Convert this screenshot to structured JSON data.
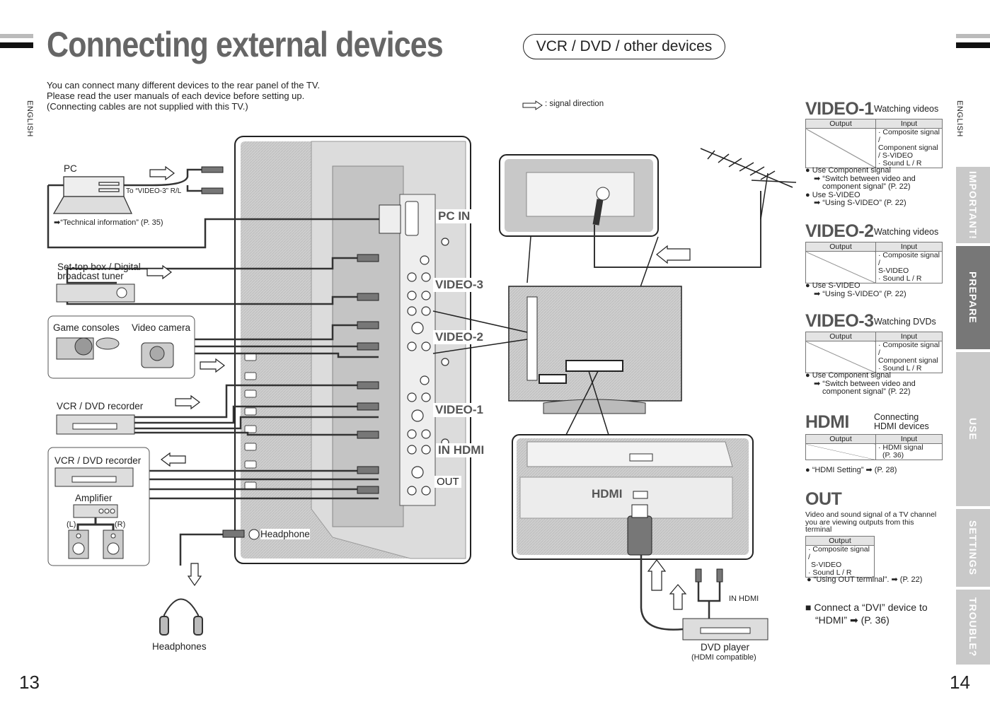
{
  "header": {
    "title": "Connecting external devices",
    "section_pill": "VCR / DVD / other devices",
    "intro_lines": [
      "You can connect many different devices to the rear panel of the TV.",
      "Please read the user manuals of each device before setting up.",
      "(Connecting cables are not supplied with this TV.)"
    ],
    "language_label": "ENGLISH",
    "signal_direction": ": signal direction"
  },
  "diagram": {
    "pc": "PC",
    "to_video3": "To “VIDEO-3” R/L",
    "tech_info": "“Technical information” (P. 35)",
    "settop": "Set-top box / Digital",
    "settop2": "broadcast tuner",
    "game": "Game consoles",
    "camera": "Video camera",
    "vcr1": "VCR / DVD recorder",
    "vcr2": "VCR / DVD recorder",
    "amp": "Amplifier",
    "left": "(L)",
    "right": "(R)",
    "headphone_port": "Headphone",
    "headphones": "Headphones",
    "pc_in": "PC IN",
    "video3": "VIDEO-3",
    "video2": "VIDEO-2",
    "video1": "VIDEO-1",
    "in_hdmi": "IN HDMI",
    "out": "OUT",
    "hdmi": "HDMI",
    "in_hdmi_small": "IN HDMI",
    "dvd": "DVD player",
    "dvd_sub": "(HDMI compatible)"
  },
  "right": {
    "v1": {
      "name": "VIDEO-1",
      "sub": "Watching videos",
      "output": "Output",
      "input": "Input",
      "items": [
        "· Composite signal /",
        "Component signal",
        "/ S-VIDEO",
        "· Sound L / R"
      ],
      "notes": [
        "● Use Component signal",
        "➡ “Switch between video and",
        "component signal” (P. 22)",
        "● Use S-VIDEO",
        "➡ “Using S-VIDEO” (P. 22)"
      ]
    },
    "v2": {
      "name": "VIDEO-2",
      "sub": "Watching videos",
      "output": "Output",
      "input": "Input",
      "items": [
        "· Composite signal /",
        "S-VIDEO",
        "· Sound L / R"
      ],
      "notes": [
        "● Use S-VIDEO",
        "➡ “Using S-VIDEO” (P. 22)"
      ]
    },
    "v3": {
      "name": "VIDEO-3",
      "sub": "Watching DVDs",
      "output": "Output",
      "input": "Input",
      "items": [
        "· Composite signal /",
        "Component signal",
        "· Sound L / R"
      ],
      "notes": [
        "● Use Component signal",
        "➡ “Switch between video and",
        "component signal” (P. 22)"
      ]
    },
    "hdmi": {
      "name": "HDMI",
      "sub1": "Connecting",
      "sub2": "HDMI devices",
      "output": "Output",
      "input": "Input",
      "items": [
        "· HDMI signal",
        "(P. 36)"
      ],
      "notes": [
        "● “HDMI Setting” ➡ (P. 28)"
      ]
    },
    "out": {
      "name": "OUT",
      "desc": [
        "Video and sound signal of a TV channel",
        "you are viewing outputs from this",
        "terminal"
      ],
      "output": "Output",
      "items": [
        "· Composite signal /",
        "S-VIDEO",
        "· Sound L / R"
      ],
      "notes": [
        "● “Using OUT terminal”. ➡ (P. 22)"
      ]
    },
    "dvi": [
      "■ Connect a “DVI” device to",
      "“HDMI” ➡ (P. 36)"
    ]
  },
  "tabs": [
    "IMPORTANT!",
    "PREPARE",
    "USE",
    "SETTINGS",
    "TROUBLE?"
  ],
  "active_tab": "PREPARE",
  "pages": {
    "left": "13",
    "right": "14"
  }
}
